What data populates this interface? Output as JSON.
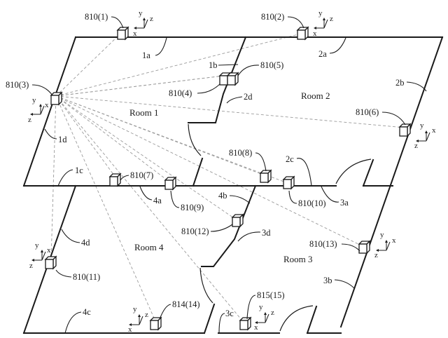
{
  "rooms": [
    {
      "id": "room1",
      "label": "Room 1"
    },
    {
      "id": "room2",
      "label": "Room 2"
    },
    {
      "id": "room3",
      "label": "Room 3"
    },
    {
      "id": "room4",
      "label": "Room 4"
    }
  ],
  "walls": {
    "1a": "1a",
    "1b": "1b",
    "1c": "1c",
    "1d": "1d",
    "2a": "2a",
    "2b": "2b",
    "2c": "2c",
    "2d": "2d",
    "3a": "3a",
    "3b": "3b",
    "3c": "3c",
    "3d": "3d",
    "4a": "4a",
    "4b": "4b",
    "4c": "4c",
    "4d": "4d"
  },
  "devices": [
    {
      "id": "810-1",
      "label": "810(1)"
    },
    {
      "id": "810-2",
      "label": "810(2)"
    },
    {
      "id": "810-3",
      "label": "810(3)"
    },
    {
      "id": "810-4",
      "label": "810(4)"
    },
    {
      "id": "810-5",
      "label": "810(5)"
    },
    {
      "id": "810-6",
      "label": "810(6)"
    },
    {
      "id": "810-7",
      "label": "810(7)"
    },
    {
      "id": "810-8",
      "label": "810(8)"
    },
    {
      "id": "810-9",
      "label": "810(9)"
    },
    {
      "id": "810-10",
      "label": "810(10)"
    },
    {
      "id": "810-11",
      "label": "810(11)"
    },
    {
      "id": "810-12",
      "label": "810(12)"
    },
    {
      "id": "810-13",
      "label": "810(13)"
    },
    {
      "id": "814-14",
      "label": "814(14)"
    },
    {
      "id": "815-15",
      "label": "815(15)"
    }
  ],
  "axes_labels": {
    "x": "x",
    "y": "y",
    "z": "z"
  }
}
